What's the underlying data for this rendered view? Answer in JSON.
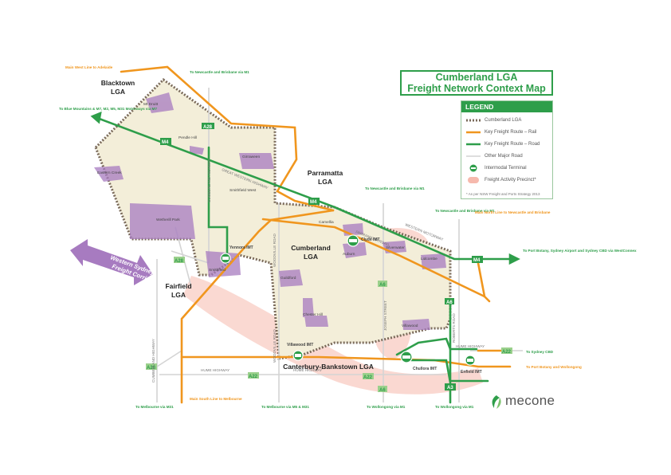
{
  "title": {
    "line1": "Cumberland LGA",
    "line2": "Freight Network Context Map"
  },
  "legend": {
    "header": "LEGEND",
    "items": [
      {
        "label": "Cumberland LGA",
        "kind": "boundary"
      },
      {
        "label": "Key Freight Route – Rail",
        "kind": "rail"
      },
      {
        "label": "Key Freight Route – Road",
        "kind": "road"
      },
      {
        "label": "Other Major Road",
        "kind": "minor"
      },
      {
        "label": "Intermodal Terminal",
        "kind": "terminal"
      },
      {
        "label": "Freight Activity Precinct*",
        "kind": "precinct"
      }
    ],
    "note": "* As per NSW Freight and Ports Strategy 2013"
  },
  "colors": {
    "rail": "#f0961e",
    "road": "#2e9e4a",
    "minor": "#d4d4d4",
    "precinct": "#a77bc0",
    "boundary": "#7a6a5a",
    "activity": "#f6b9ad"
  },
  "lga_labels": [
    {
      "name": "blacktown",
      "l1": "Blacktown",
      "l2": "LGA"
    },
    {
      "name": "parramatta",
      "l1": "Parramatta",
      "l2": "LGA"
    },
    {
      "name": "cumberland",
      "l1": "Cumberland",
      "l2": "LGA"
    },
    {
      "name": "fairfield",
      "l1": "Fairfield",
      "l2": "LGA"
    },
    {
      "name": "canterbury",
      "l1": "Canterbury-Bankstown LGA",
      "l2": ""
    }
  ],
  "corridor": {
    "l1": "Western Sydney",
    "l2": "Freight Corridor"
  },
  "roads": {
    "m4": "M4",
    "a28": "A28",
    "a6": "A6",
    "a22": "A22",
    "a3": "A3",
    "cumberland_hwy": "CUMBERLAND HIGHWAY",
    "woodville_rd": "WOODVILLE ROAD",
    "joseph_st": "JOSEPH STREET",
    "roberts_rd": "ROBERTS ROAD",
    "hume_hwy": "HUME HIGHWAY",
    "hume_hwy2": "HUME HIGHWAY",
    "hume_hwy3": "HUME HIGHWAY",
    "western_mwy": "WESTERN MOTORWAY",
    "western_mwy2": "WESTERN MOTORWAY",
    "great_western": "GREAT WESTERN HIGHWAY",
    "parramatta_rd": "PARRAMATTA ROAD",
    "cumberland_hwy2": "CUMBERLAND HIGHWAY"
  },
  "terminals": [
    {
      "name": "yennora",
      "label": "Yennora IMT"
    },
    {
      "name": "clyde",
      "label": "Clyde IMT"
    },
    {
      "name": "villawood",
      "label": "Villawood IMT"
    },
    {
      "name": "chullora",
      "label": "Chullora IMT"
    },
    {
      "name": "enfield",
      "label": "Enfield IMT"
    }
  ],
  "precincts": [
    {
      "name": "mt-druitt",
      "label": "Mt Druitt"
    },
    {
      "name": "eastern-creek",
      "label": "Eastern Creek"
    },
    {
      "name": "wetherill-park",
      "label": "Wetherill Park"
    },
    {
      "name": "smithfield",
      "label": "Smithfield"
    },
    {
      "name": "girraween",
      "label": "Girraween"
    },
    {
      "name": "pendle-hill",
      "label": "Pendle Hill"
    },
    {
      "name": "guildford",
      "label": "Guildford"
    },
    {
      "name": "silverwater",
      "label": "Silverwater"
    },
    {
      "name": "camellia",
      "label": "Camellia"
    },
    {
      "name": "auburn",
      "label": "Auburn"
    },
    {
      "name": "lidcombe",
      "label": "Lidcombe"
    },
    {
      "name": "chester-hill",
      "label": "Chester Hill"
    },
    {
      "name": "villawood-p",
      "label": "Villawood"
    },
    {
      "name": "smithfield-w",
      "label": "Smithfield West"
    }
  ],
  "destinations": {
    "main_west": "Main West Line to Adelaide",
    "blue_mtns": "To Blue Mountains & M7, M2, M5, M31 Motorways via M7",
    "newcastle1": "To Newcastle and Brisbane via M1",
    "newcastle2": "To Newcastle and Brisbane via M1",
    "newcastle3": "To Newcastle and Brisbane via M1",
    "main_north": "Main North Line to Newcastle and Brisbane",
    "port_botany": "To Port Botany, Sydney Airport and Sydney CBD via WestConnex",
    "sydney_cbd": "To Sydney CBD",
    "port_botany2": "To Port Botany and Wollongong",
    "melbourne1": "To Melbourne via M31",
    "main_south": "Main South Line to Melbourne",
    "melbourne2": "To Melbourne via M5 & M31",
    "wollongong1": "To Wollongong via M1",
    "wollongong2": "To Wollongong via M1"
  },
  "logo": "mecone"
}
